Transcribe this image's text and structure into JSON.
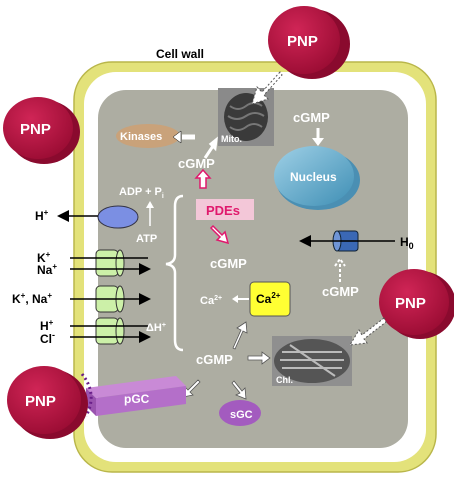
{
  "labels": {
    "cell_wall": "Cell wall",
    "pnp": "PNP",
    "mito": "Mito.",
    "chl": "Chl.",
    "kinases": "Kinases",
    "nucleus": "Nucleus",
    "cgmp": "cGMP",
    "pdes": "PDEs",
    "adp_pi": "ADP + P",
    "adp_pi_sub": "i",
    "atp": "ATP",
    "h_plus": "H",
    "k_plus": "K",
    "na_plus": "Na",
    "k_na_plus": "K",
    "k_na_plus_b": ", Na",
    "cl_minus": "Cl",
    "delta_h": "ΔH",
    "ca": "Ca",
    "pgc": "pGC",
    "sgc": "sGC",
    "h2o": "H",
    "h2o_b": "0",
    "plus": "+",
    "minus": "-",
    "two_plus": "2+"
  },
  "colors": {
    "pnp": "#b5113f",
    "cell_wall": "#e3e27a",
    "cytoplasm": "#adada2",
    "nucleus": "#5fa9c9",
    "kinases": "#c9a27a",
    "pdes_box": "#f3c7d8",
    "pdes_text": "#e0196d",
    "ca_box": "#ffff33",
    "pgc": "#b46fc9",
    "sgc": "#a35bbf",
    "channel": "#ccf0a8",
    "water_channel": "#3a68b5",
    "h_pump": "#7b8fe3"
  }
}
